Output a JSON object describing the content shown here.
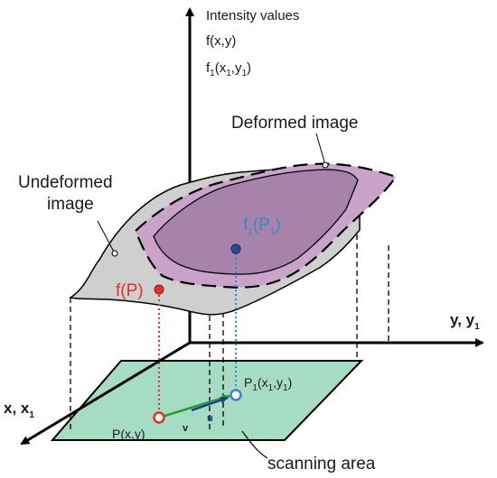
{
  "axes": {
    "vertical_title": "Intensity values",
    "vertical_f": "f(x,y)",
    "vertical_f1": "f",
    "vertical_f1_sub1": "1",
    "vertical_f1_args_a": "(x",
    "vertical_f1_args_b": ",y",
    "vertical_f1_args_c": ")",
    "right_label": "y, y",
    "right_label_sub": "1",
    "left_label": "x, x",
    "left_label_sub": "1"
  },
  "labels": {
    "deformed": "Deformed image",
    "undeformed_line1": "Undeformed",
    "undeformed_line2": "image",
    "fP": "f(P)",
    "f1P1_f": "f",
    "f1P1_sub": "1",
    "f1P1_open": "(P",
    "f1P1_psub": "1",
    "f1P1_close": ")",
    "P_point": "P(x,y)",
    "P1_point": "P",
    "P1_sub": "1",
    "P1_args_a": "(x",
    "P1_args_b": ",y",
    "P1_args_c": ")",
    "v": "v",
    "u": "u",
    "scanning": "scanning area"
  },
  "colors": {
    "undeformed_fill": "#cfcfcf",
    "deformed_fill": "#c9a3c9",
    "overlap_fill": "#a783ab",
    "scan_fill": "#a6dcc3",
    "red": "#e0312e",
    "blue": "#3a86c8",
    "dark_blue": "#1f3d8a",
    "green": "#2a9a3a",
    "black": "#000000"
  }
}
